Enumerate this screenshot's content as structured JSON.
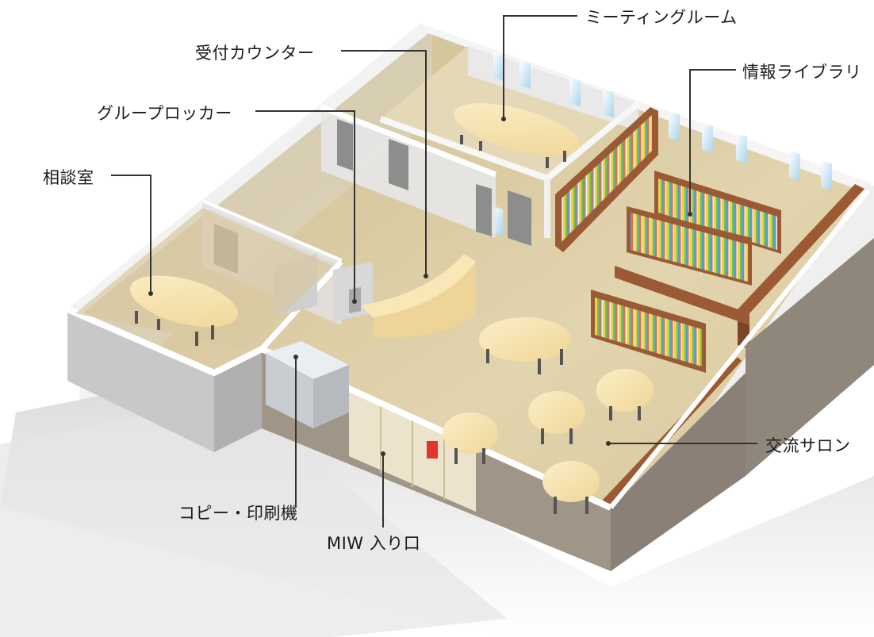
{
  "labels": {
    "meeting_room": "ミーティングルーム",
    "reception_counter": "受付カウンター",
    "info_library": "情報ライブラリ",
    "group_locker": "グループロッカー",
    "consultation_room": "相談室",
    "exchange_salon": "交流サロン",
    "copy_print": "コピー・印刷機",
    "miw_entrance": "MIW 入り口"
  },
  "colors": {
    "floor": "#d8c8a0",
    "wall_top": "#f4f4f4",
    "wall_side": "#cfcfcf",
    "wall_dark": "#8a8078",
    "table": "#f6e2ae",
    "shelf": "#9a5a36",
    "leader_line": "#333333"
  }
}
